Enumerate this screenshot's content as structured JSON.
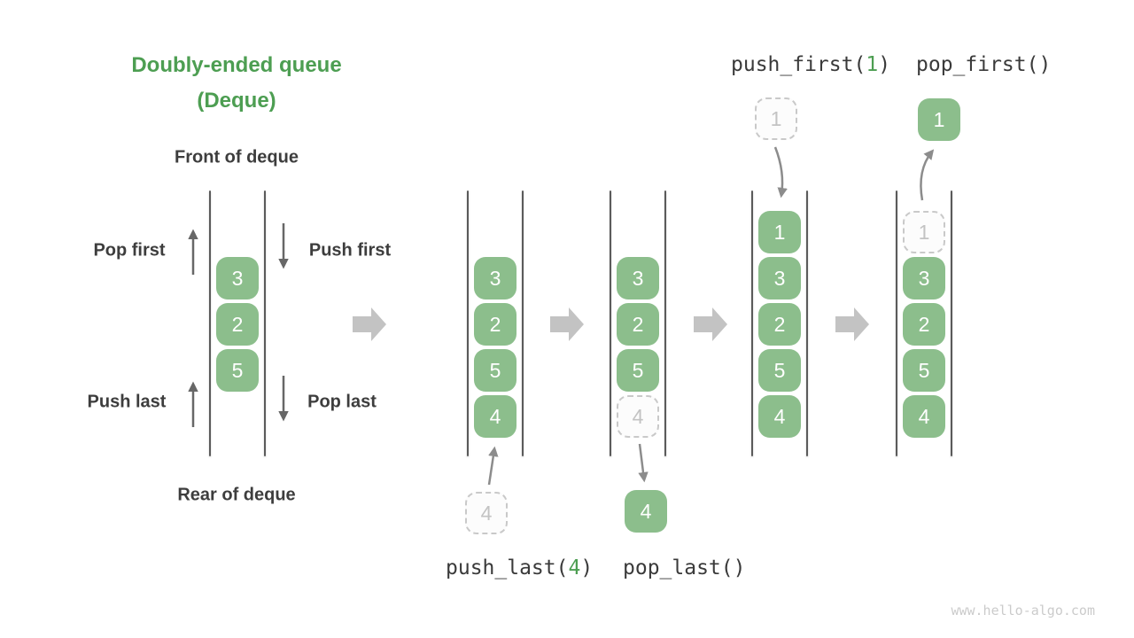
{
  "title": {
    "line1": "Doubly-ended queue",
    "line2": "(Deque)"
  },
  "labels": {
    "front": "Front of deque",
    "rear": "Rear of deque",
    "pop_first": "Pop first",
    "push_first": "Push first",
    "push_last": "Push last",
    "pop_last": "Pop last"
  },
  "operations": {
    "push_last": {
      "prefix": "push_last(",
      "arg": "4",
      "suffix": ")"
    },
    "pop_last": {
      "label": "pop_last()"
    },
    "push_first": {
      "prefix": "push_first(",
      "arg": "1",
      "suffix": ")"
    },
    "pop_first": {
      "label": "pop_first()"
    }
  },
  "queues": [
    {
      "id": "initial",
      "cells": [
        {
          "value": "3",
          "style": "solid"
        },
        {
          "value": "2",
          "style": "solid"
        },
        {
          "value": "5",
          "style": "solid"
        }
      ]
    },
    {
      "id": "after-push-last",
      "cells": [
        {
          "value": "3",
          "style": "solid"
        },
        {
          "value": "2",
          "style": "solid"
        },
        {
          "value": "5",
          "style": "solid"
        },
        {
          "value": "4",
          "style": "solid"
        }
      ]
    },
    {
      "id": "after-pop-last",
      "cells": [
        {
          "value": "3",
          "style": "solid"
        },
        {
          "value": "2",
          "style": "solid"
        },
        {
          "value": "5",
          "style": "solid"
        },
        {
          "value": "4",
          "style": "ghost"
        }
      ]
    },
    {
      "id": "after-push-first",
      "cells": [
        {
          "value": "1",
          "style": "solid"
        },
        {
          "value": "3",
          "style": "solid"
        },
        {
          "value": "2",
          "style": "solid"
        },
        {
          "value": "5",
          "style": "solid"
        },
        {
          "value": "4",
          "style": "solid"
        }
      ]
    },
    {
      "id": "after-pop-first",
      "cells": [
        {
          "value": "1",
          "style": "ghost"
        },
        {
          "value": "3",
          "style": "solid"
        },
        {
          "value": "2",
          "style": "solid"
        },
        {
          "value": "5",
          "style": "solid"
        },
        {
          "value": "4",
          "style": "solid"
        }
      ]
    }
  ],
  "floating_cells": [
    {
      "id": "push-last-incoming",
      "value": "4",
      "style": "ghost"
    },
    {
      "id": "pop-last-removed",
      "value": "4",
      "style": "solid"
    },
    {
      "id": "push-first-incoming",
      "value": "1",
      "style": "ghost"
    },
    {
      "id": "pop-first-removed",
      "value": "1",
      "style": "solid"
    }
  ],
  "watermark": "www.hello-algo.com",
  "colors": {
    "cell_green": "#8CBE8C",
    "accent_green": "#4D9E52",
    "ghost_gray": "#C9C9C9",
    "big_arrow_gray": "#C3C3C3",
    "small_arrow_gray": "#676767",
    "text_dark": "#3D3D3D",
    "wall_gray": "#5B5B5B"
  }
}
